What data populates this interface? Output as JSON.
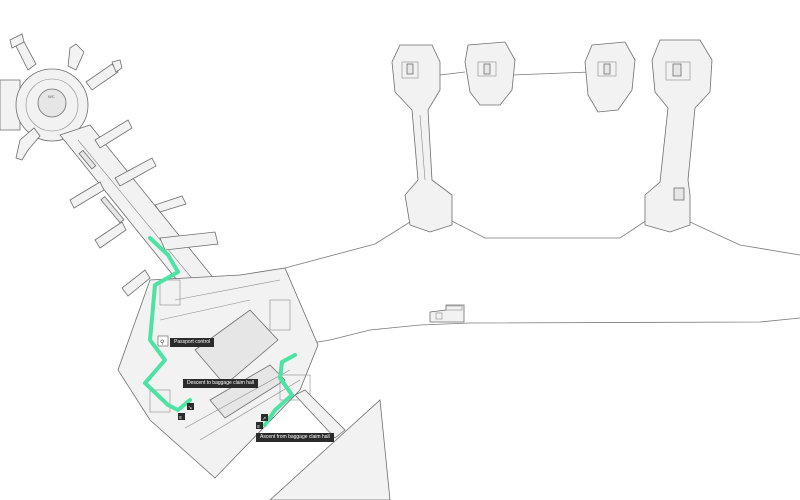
{
  "colors": {
    "route": "#4ce3a4",
    "building_fill": "#f2f2f2",
    "building_stroke": "#6e6e6e",
    "label_bg": "#2b2b2b"
  },
  "labels": {
    "passport_control": "Passport control",
    "descent": "Descent to baggage claim hall",
    "ascent": "Ascent from baggage claim hall"
  },
  "icons": {
    "passport": "passport-control-icon",
    "escalator_down": "escalator-down-icon",
    "escalator_up": "escalator-up-icon",
    "stairs": "stairs-icon"
  }
}
